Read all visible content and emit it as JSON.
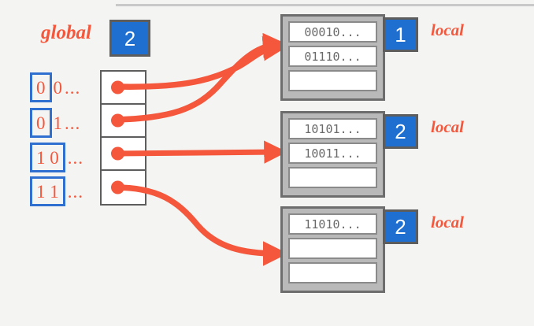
{
  "diagram": {
    "title_labels": {
      "global": "global",
      "local": "local"
    },
    "global_depth": "2",
    "directory": {
      "keys": [
        {
          "boxed": "0",
          "rest": "0",
          "ellipsis": "...",
          "box_mode": "first-digit"
        },
        {
          "boxed": "0",
          "rest": "1",
          "ellipsis": "...",
          "box_mode": "first-digit"
        },
        {
          "boxed": "1 0",
          "rest": "",
          "ellipsis": "...",
          "box_mode": "both-digits"
        },
        {
          "boxed": "1 1",
          "rest": "",
          "ellipsis": "...",
          "box_mode": "both-digits"
        }
      ]
    },
    "buckets": [
      {
        "local_depth": "1",
        "local_label": "local",
        "slots": [
          "00010...",
          "01110...",
          ""
        ]
      },
      {
        "local_depth": "2",
        "local_label": "local",
        "slots": [
          "10101...",
          "10011...",
          ""
        ]
      },
      {
        "local_depth": "2",
        "local_label": "local",
        "slots": [
          "11010...",
          "",
          ""
        ]
      }
    ],
    "links": [
      {
        "from_cell": 0,
        "to_bucket": 0
      },
      {
        "from_cell": 1,
        "to_bucket": 0
      },
      {
        "from_cell": 2,
        "to_bucket": 1
      },
      {
        "from_cell": 3,
        "to_bucket": 2
      }
    ],
    "colors": {
      "accent_orange": "#f4573c",
      "badge_blue": "#1f6fd0",
      "key_box_blue": "#2f6fd0",
      "border_gray": "#5d5d5d",
      "bucket_gray": "#b9b9b9",
      "background": "#f4f4f2"
    }
  }
}
